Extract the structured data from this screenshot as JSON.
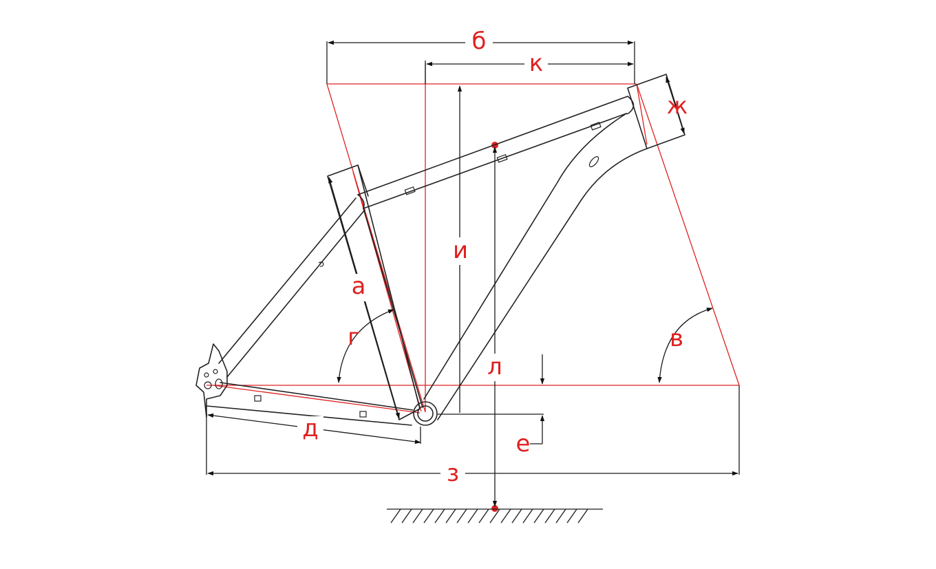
{
  "labels": {
    "a": "а",
    "b": "б",
    "v": "в",
    "g": "г",
    "d": "д",
    "e": "е",
    "zh": "ж",
    "z": "з",
    "i": "и",
    "k": "к",
    "l": "л"
  },
  "colors": {
    "accent": "#e02020",
    "line": "#222222"
  }
}
